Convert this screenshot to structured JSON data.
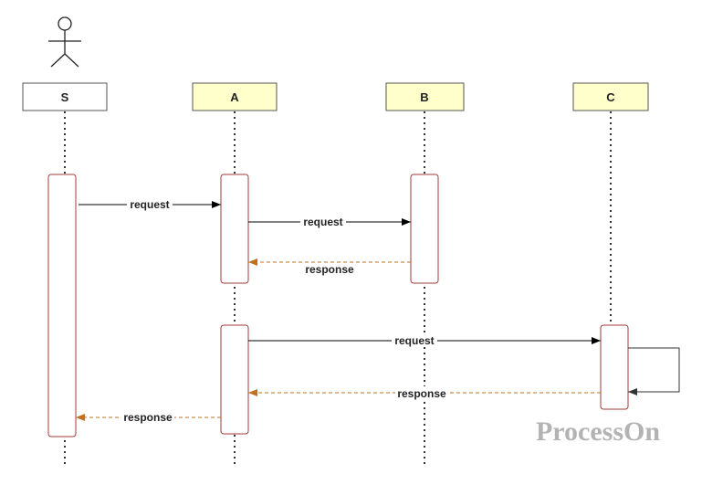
{
  "colors": {
    "actor_box_fill": "#ffffff",
    "participant_fill": "#ffffcc",
    "box_stroke": "#555555",
    "lifeline": "#333333",
    "activation_stroke": "#a23a3a",
    "request_line": "#000000",
    "response_line": "#c0701e",
    "watermark": "#b3b3b3"
  },
  "participants": [
    {
      "id": "S",
      "label": "S"
    },
    {
      "id": "A",
      "label": "A"
    },
    {
      "id": "B",
      "label": "B"
    },
    {
      "id": "C",
      "label": "C"
    }
  ],
  "messages": [
    {
      "from": "S",
      "to": "A",
      "label": "request",
      "kind": "request"
    },
    {
      "from": "A",
      "to": "B",
      "label": "request",
      "kind": "request"
    },
    {
      "from": "B",
      "to": "A",
      "label": "response",
      "kind": "response"
    },
    {
      "from": "A",
      "to": "C",
      "label": "request",
      "kind": "request"
    },
    {
      "from": "C",
      "to": "C",
      "label": "",
      "kind": "self"
    },
    {
      "from": "C",
      "to": "A",
      "label": "response",
      "kind": "response"
    },
    {
      "from": "A",
      "to": "S",
      "label": "response",
      "kind": "response"
    }
  ],
  "watermark": "ProcessOn"
}
